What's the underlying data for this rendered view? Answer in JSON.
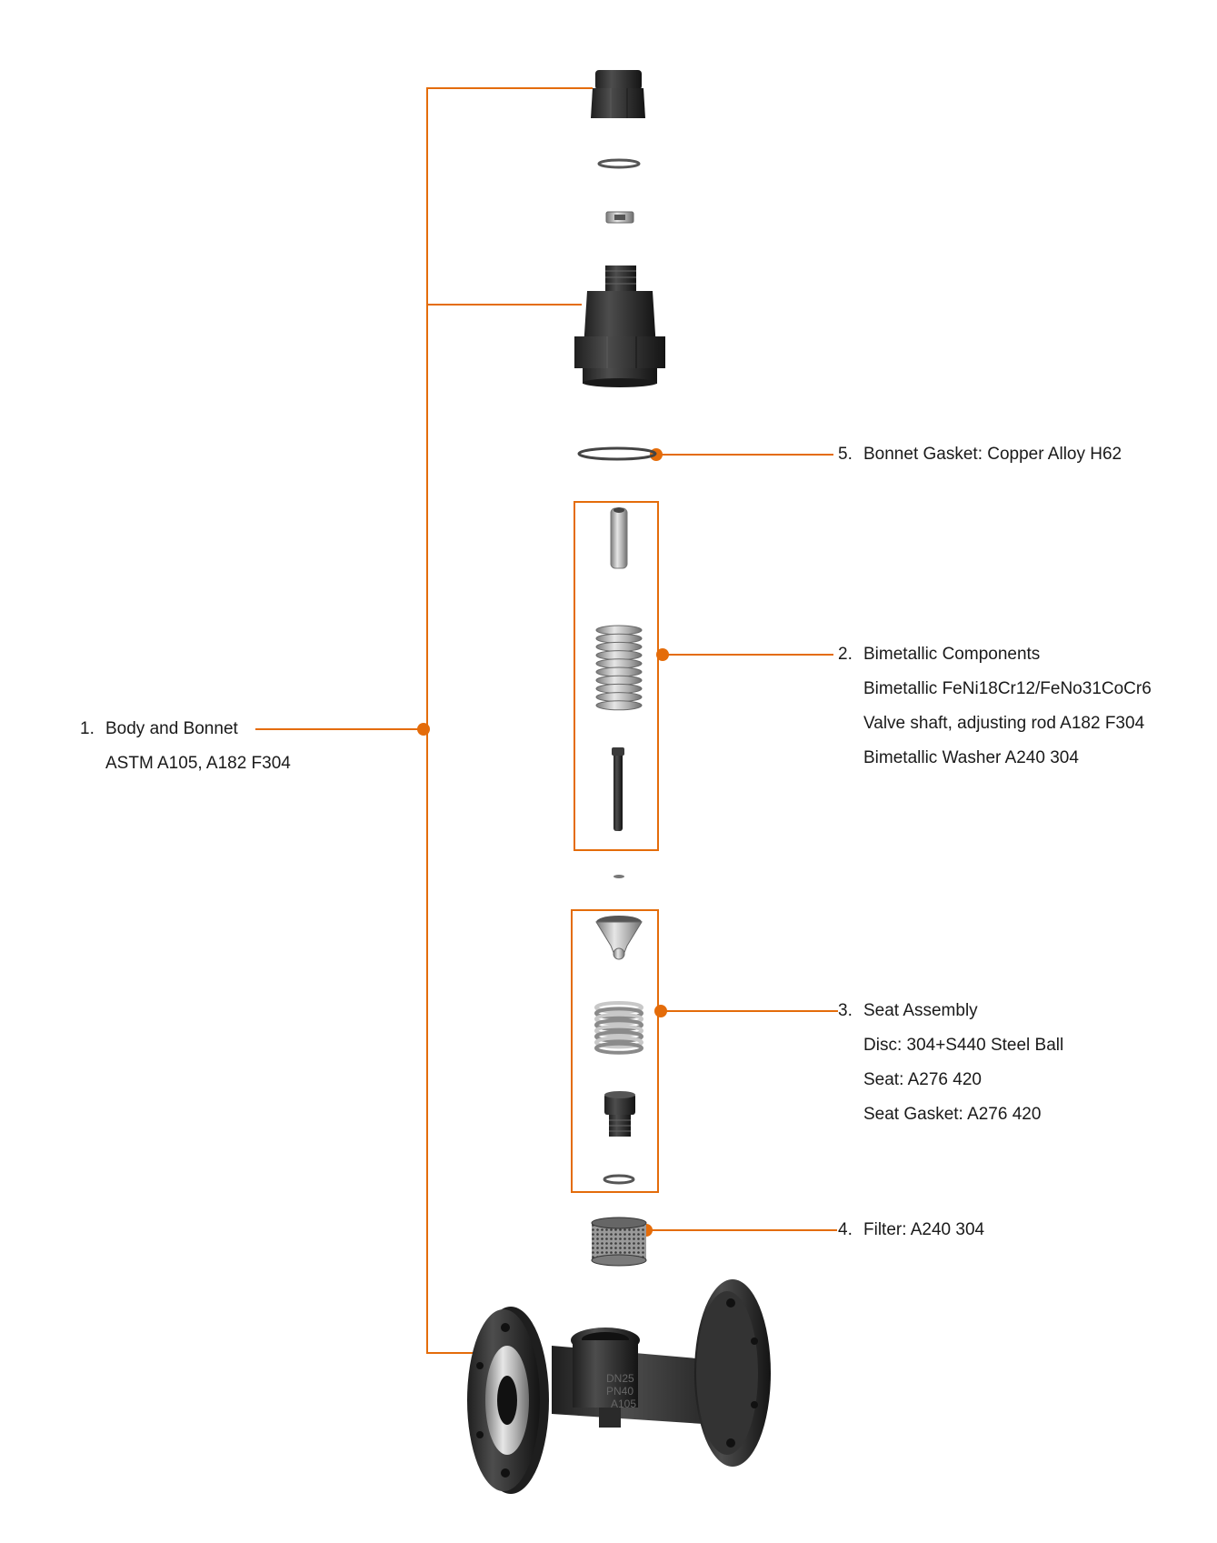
{
  "colors": {
    "accent": "#e46c0a",
    "part_dark": "#2b2b2b",
    "part_mid": "#4a4a4a",
    "metal": "#a6a6a6",
    "metal_light": "#d9d9d9"
  },
  "callouts": {
    "body_bonnet": {
      "number": "1.",
      "title": "Body and Bonnet",
      "details": [
        "ASTM A105, A182 F304"
      ]
    },
    "bimetallic": {
      "number": "2.",
      "title": "Bimetallic Components",
      "details": [
        "Bimetallic FeNi18Cr12/FeNo31CoCr6",
        "Valve shaft, adjusting rod A182 F304",
        "Bimetallic Washer A240 304"
      ]
    },
    "seat_assembly": {
      "number": "3.",
      "title": "Seat Assembly",
      "details": [
        "Disc: 304+S440 Steel Ball",
        "Seat: A276 420",
        "Seat Gasket: A276 420"
      ]
    },
    "filter": {
      "number": "4.",
      "title": "Filter: A240 304",
      "details": []
    },
    "bonnet_gasket": {
      "number": "5.",
      "title": "Bonnet Gasket: Copper Alloy H62",
      "details": []
    }
  },
  "parts": [
    {
      "name": "cap-nut"
    },
    {
      "name": "small-gasket"
    },
    {
      "name": "lock-nut"
    },
    {
      "name": "bonnet"
    },
    {
      "name": "bonnet-gasket"
    },
    {
      "name": "adjusting-rod"
    },
    {
      "name": "bimetallic-stack"
    },
    {
      "name": "valve-shaft"
    },
    {
      "name": "small-ball"
    },
    {
      "name": "disc"
    },
    {
      "name": "spring"
    },
    {
      "name": "seat"
    },
    {
      "name": "seat-gasket"
    },
    {
      "name": "filter-screen"
    },
    {
      "name": "valve-body"
    }
  ]
}
